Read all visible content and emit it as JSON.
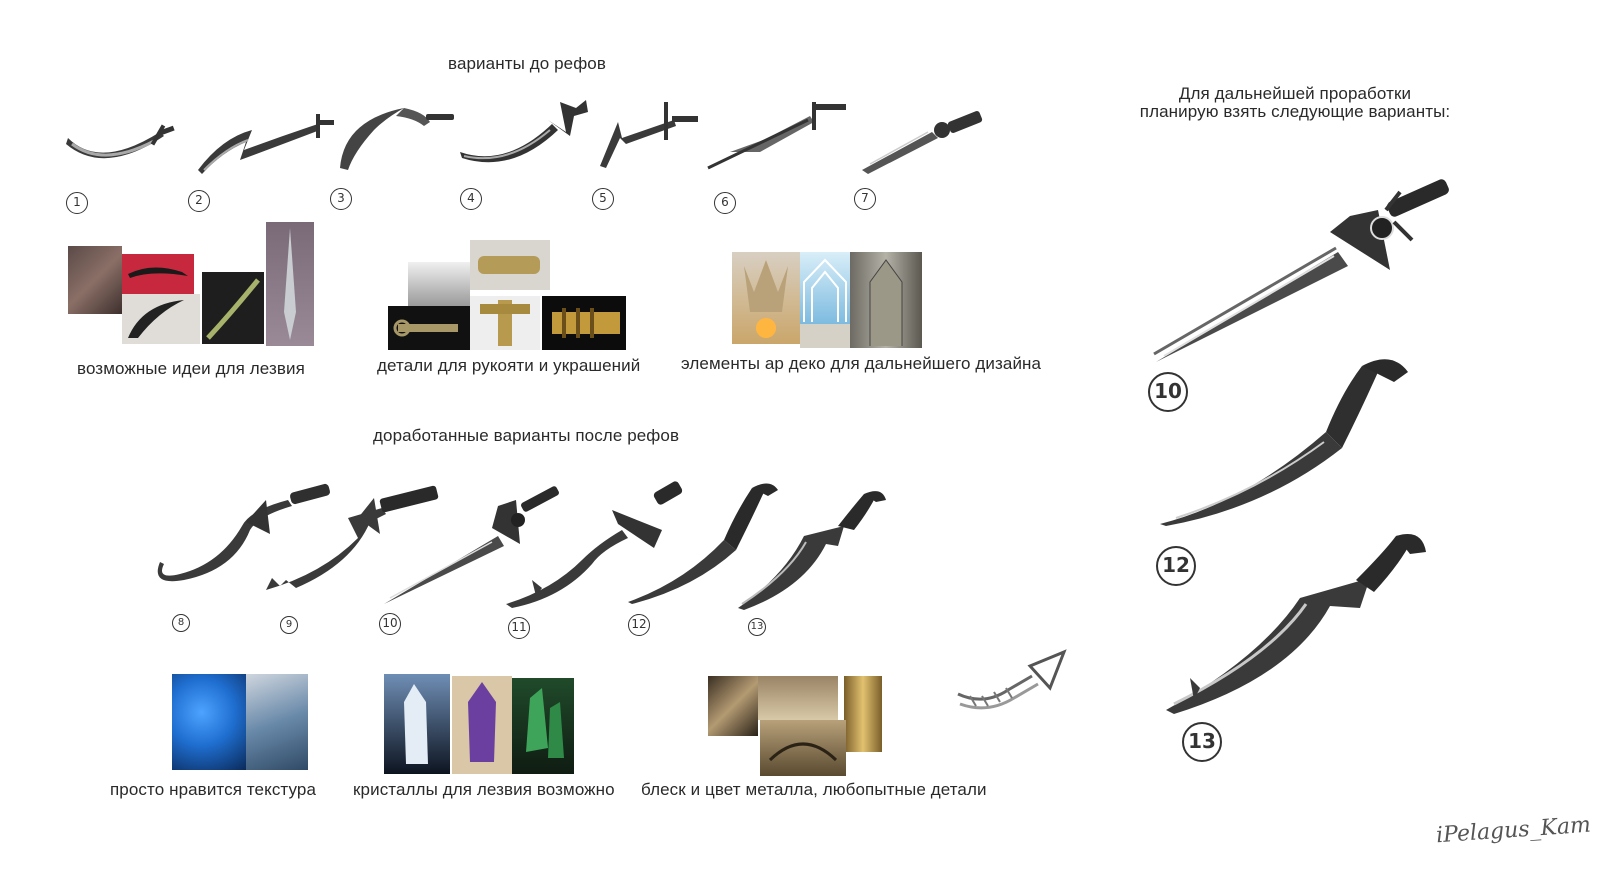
{
  "headings": {
    "variants_before": "варианты до рефов",
    "variants_after": "доработанные варианты после рефов",
    "further_line1": "Для дальнейшей проработки",
    "further_line2": "планирую взять следующие варианты:"
  },
  "captions": {
    "blade_ideas": "возможные идеи для лезвия",
    "handle_details": "детали для рукояти и украшений",
    "art_deco": "элементы ар деко для дальнейшего дизайна",
    "texture": "просто нравится текстура",
    "crystals": "кристаллы для лезвия возможно",
    "metal": "блеск и цвет металла, любопытные детали"
  },
  "sketch_numbers_top": [
    "1",
    "2",
    "3",
    "4",
    "5",
    "6",
    "7"
  ],
  "sketch_numbers_bottom": [
    "8",
    "9",
    "10",
    "11",
    "12",
    "13"
  ],
  "selected_numbers": [
    "10",
    "12",
    "13"
  ],
  "signature": "iPelagus_Kam",
  "colors": {
    "ink": "#2a2a2a",
    "blade_dark": "#3a3a3a",
    "blade_light": "#9a9a9a",
    "crystal_purple": "#6b3fa0",
    "labradorite_blue": "#1f6fd1",
    "gold": "#b89a4e"
  }
}
